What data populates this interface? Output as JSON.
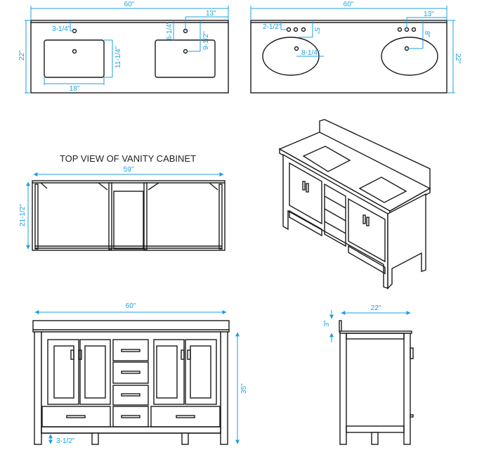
{
  "topview_rect": {
    "width": "60\"",
    "depth": "22\"",
    "faucet_offset": "13\"",
    "faucet_from_back": "3-1/4\"",
    "sink_from_back": "6-1/4\"",
    "drain_from_back": "9-1/2\"",
    "sink_depth": "11-1/4\"",
    "sink_width": "18\""
  },
  "topview_oval": {
    "width": "60\"",
    "depth": "22\"",
    "faucet_offset": "13\"",
    "faucet_from_back": "2-1/2\"",
    "sink_from_back": "5\"",
    "drain_from_back": "8\"",
    "sink_half_width": "8-1/4\""
  },
  "cabinet_top": {
    "title": "TOP VIEW OF VANITY CABINET",
    "width": "59\"",
    "depth": "21-1/2\""
  },
  "front": {
    "width": "60\"",
    "height": "35\"",
    "toe_kick": "3-1/2\""
  },
  "side": {
    "depth": "22\"",
    "backsplash": "3\""
  },
  "colors": {
    "dimension": "#1e9fe0",
    "line": "#1a1a1a"
  }
}
